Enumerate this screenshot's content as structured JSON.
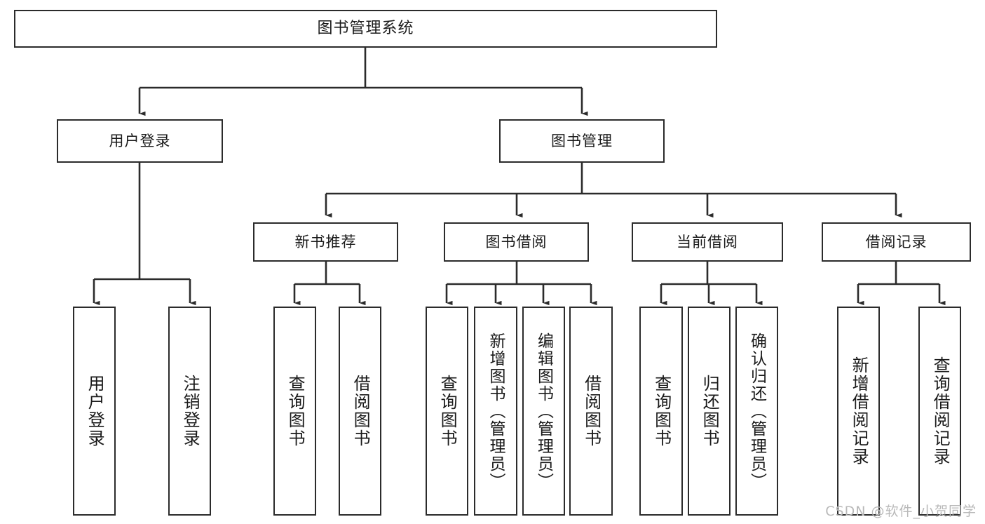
{
  "diagram": {
    "title": "图书管理系统",
    "type": "tree",
    "colors": {
      "border": "#2b2b2b",
      "background": "#ffffff",
      "text": "#1a1a1a",
      "connector": "#2b2b2b",
      "watermark": "#b9b9b9"
    },
    "root": {
      "label": "图书管理系统"
    },
    "level2": [
      {
        "label": "用户登录"
      },
      {
        "label": "图书管理"
      }
    ],
    "level3": [
      {
        "label": "新书推荐"
      },
      {
        "label": "图书借阅"
      },
      {
        "label": "当前借阅"
      },
      {
        "label": "借阅记录"
      }
    ],
    "leaves": {
      "user_login": [
        {
          "label": "用户登录"
        },
        {
          "label": "注销登录"
        }
      ],
      "new_book_recommend": [
        {
          "label": "查询图书"
        },
        {
          "label": "借阅图书"
        }
      ],
      "book_borrow": [
        {
          "label": "查询图书"
        },
        {
          "label": "新增图书（管理员）"
        },
        {
          "label": "编辑图书（管理员）"
        },
        {
          "label": "借阅图书"
        }
      ],
      "current_borrow": [
        {
          "label": "查询图书"
        },
        {
          "label": "归还图书"
        },
        {
          "label": "确认归还（管理员）"
        }
      ],
      "borrow_record": [
        {
          "label": "新增借阅记录"
        },
        {
          "label": "查询借阅记录"
        }
      ]
    }
  },
  "watermark": {
    "text": "CSDN @软件_小贺同学"
  }
}
